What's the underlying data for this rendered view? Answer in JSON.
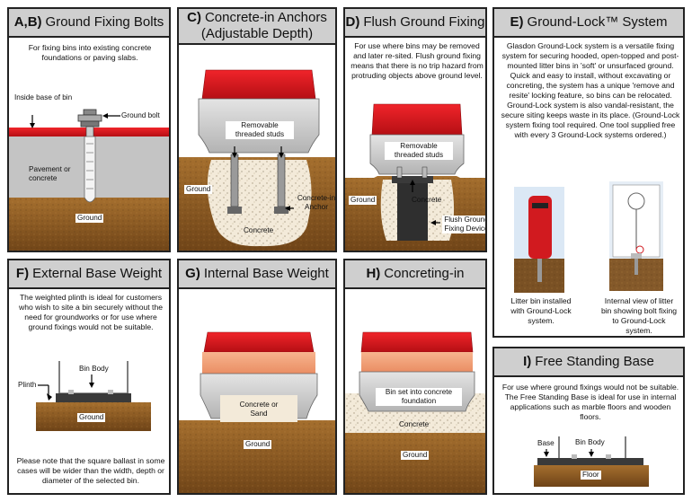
{
  "panels": {
    "ab": {
      "letter": "A,B)",
      "title": "Ground Fixing Bolts",
      "desc": "For fixing bins into existing concrete foundations or paving slabs.",
      "inside_base": "Inside base of bin",
      "ground_bolt": "Ground bolt",
      "pavement": "Pavement or concrete",
      "ground": "Ground"
    },
    "c": {
      "letter": "C)",
      "title": "Concrete-in Anchors",
      "subtitle": "(Adjustable Depth)",
      "studs": "Removable threaded studs",
      "ground": "Ground",
      "anchor": "Concrete-in Anchor",
      "concrete": "Concrete"
    },
    "d": {
      "letter": "D)",
      "title": "Flush Ground Fixing",
      "desc": "For use where bins may be removed and later re-sited. Flush ground fixing means that there is no trip hazard from protruding objects above ground level.",
      "studs": "Removable threaded studs",
      "ground": "Ground",
      "concrete": "Concrete",
      "device": "Flush Ground Fixing Device"
    },
    "e": {
      "letter": "E)",
      "title": "Ground-Lock™ System",
      "desc": "Glasdon Ground-Lock system is a versatile fixing system for securing hooded, open-topped and post-mounted litter bins in 'soft' or unsurfaced ground. Quick and easy to install, without excavating or concreting, the system has a unique 'remove and resite' locking feature, so bins can be relocated. Ground-Lock system is also vandal-resistant, the secure siting keeps waste in its place. (Ground-Lock system fixing tool required. One tool supplied free with every 3 Ground-Lock systems ordered.)",
      "caption1": "Litter bin installed with Ground-Lock system.",
      "caption2": "Internal view of litter bin showing bolt fixing to Ground-Lock system."
    },
    "f": {
      "letter": "F)",
      "title": "External Base Weight",
      "desc": "The weighted plinth is ideal for customers who wish to site a bin securely without the need for groundworks or for use where ground fixings would not be suitable.",
      "bin_body": "Bin Body",
      "plinth": "Plinth",
      "ground": "Ground",
      "note": "Please note that the square ballast in some cases will be wider than the width, depth or diameter of the selected bin."
    },
    "g": {
      "letter": "G)",
      "title": "Internal Base Weight",
      "concrete": "Concrete or Sand",
      "ground": "Ground"
    },
    "h": {
      "letter": "H)",
      "title": "Concreting-in",
      "bin_set": "Bin set into concrete foundation",
      "concrete": "Concrete",
      "ground": "Ground"
    },
    "i": {
      "letter": "I)",
      "title": "Free Standing Base",
      "desc": "For use where ground fixings would not be suitable. The Free Standing Base is ideal for use in internal applications such as marble floors and wooden floors.",
      "base": "Base",
      "bin_body": "Bin Body",
      "floor": "Floor"
    }
  },
  "colors": {
    "header": "#cfcfcf",
    "red": "#e3161b",
    "ground": "#8a5a22",
    "grey": "#c9c9c9"
  }
}
